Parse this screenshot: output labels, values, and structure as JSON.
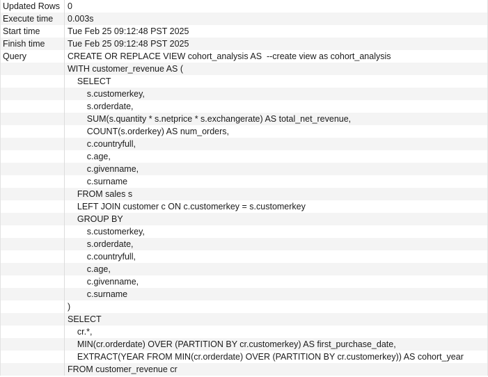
{
  "rows": [
    {
      "key": "Updated Rows",
      "value": "0"
    },
    {
      "key": "Execute time",
      "value": "0.003s"
    },
    {
      "key": "Start time",
      "value": "Tue Feb 25 09:12:48 PST 2025"
    },
    {
      "key": "Finish time",
      "value": "Tue Feb 25 09:12:48 PST 2025"
    },
    {
      "key": "Query",
      "value": "CREATE OR REPLACE VIEW cohort_analysis AS  --create view as cohort_analysis"
    },
    {
      "key": "",
      "value": "WITH customer_revenue AS ("
    },
    {
      "key": "",
      "value": "    SELECT"
    },
    {
      "key": "",
      "value": "        s.customerkey,"
    },
    {
      "key": "",
      "value": "        s.orderdate,"
    },
    {
      "key": "",
      "value": "        SUM(s.quantity * s.netprice * s.exchangerate) AS total_net_revenue,"
    },
    {
      "key": "",
      "value": "        COUNT(s.orderkey) AS num_orders,"
    },
    {
      "key": "",
      "value": "        c.countryfull,"
    },
    {
      "key": "",
      "value": "        c.age,"
    },
    {
      "key": "",
      "value": "        c.givenname,"
    },
    {
      "key": "",
      "value": "        c.surname"
    },
    {
      "key": "",
      "value": "    FROM sales s"
    },
    {
      "key": "",
      "value": "    LEFT JOIN customer c ON c.customerkey = s.customerkey"
    },
    {
      "key": "",
      "value": "    GROUP BY"
    },
    {
      "key": "",
      "value": "        s.customerkey,"
    },
    {
      "key": "",
      "value": "        s.orderdate,"
    },
    {
      "key": "",
      "value": "        c.countryfull,"
    },
    {
      "key": "",
      "value": "        c.age,"
    },
    {
      "key": "",
      "value": "        c.givenname,"
    },
    {
      "key": "",
      "value": "        c.surname"
    },
    {
      "key": "",
      "value": ")"
    },
    {
      "key": "",
      "value": "SELECT"
    },
    {
      "key": "",
      "value": "    cr.*,"
    },
    {
      "key": "",
      "value": "    MIN(cr.orderdate) OVER (PARTITION BY cr.customerkey) AS first_purchase_date,"
    },
    {
      "key": "",
      "value": "    EXTRACT(YEAR FROM MIN(cr.orderdate) OVER (PARTITION BY cr.customerkey)) AS cohort_year"
    },
    {
      "key": "",
      "value": "FROM customer_revenue cr"
    }
  ]
}
